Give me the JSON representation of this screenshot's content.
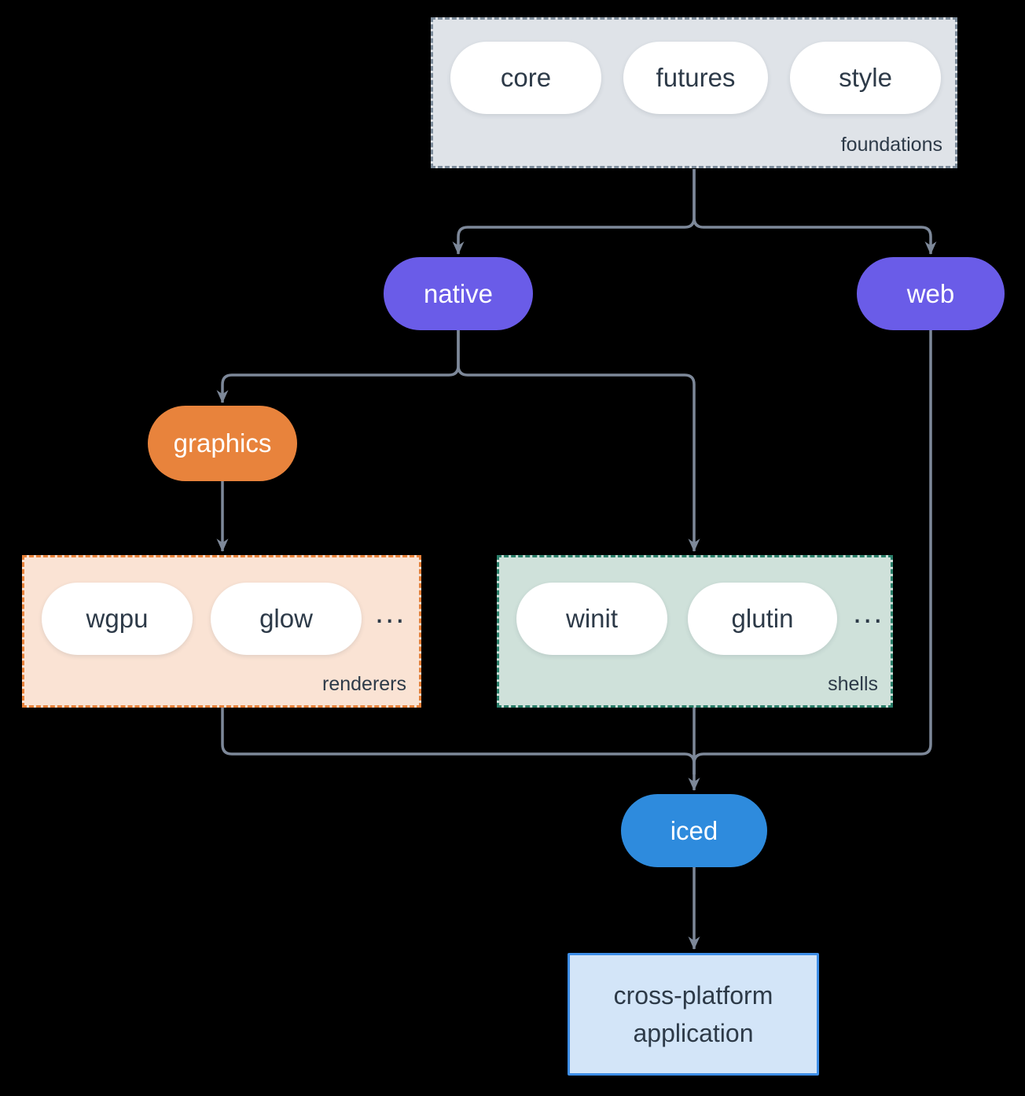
{
  "diagram": {
    "foundations": {
      "label": "foundations",
      "pills": [
        "core",
        "futures",
        "style"
      ]
    },
    "native": {
      "label": "native"
    },
    "web": {
      "label": "web"
    },
    "graphics": {
      "label": "graphics"
    },
    "renderers": {
      "label": "renderers",
      "pills": [
        "wgpu",
        "glow"
      ],
      "ellipsis": "..."
    },
    "shells": {
      "label": "shells",
      "pills": [
        "winit",
        "glutin"
      ],
      "ellipsis": "..."
    },
    "iced": {
      "label": "iced"
    },
    "application": {
      "line1": "cross-platform",
      "line2": "application"
    }
  },
  "colors": {
    "background": "#000000",
    "connector": "#7d8899",
    "dark_text": "#2d3a48",
    "pill_white": "#ffffff",
    "purple_node": "#6a5ce8",
    "orange_node": "#e8833c",
    "blue_node": "#2e8bdd",
    "foundations_fill": "#dfe3e8",
    "foundations_border": "#7d8c9b",
    "renderers_fill": "#fae3d4",
    "renderers_border": "#e8823a",
    "shells_fill": "#cfe1da",
    "shells_border": "#2a7f6a",
    "application_fill": "#d3e5f8",
    "application_border": "#3e8ee7"
  }
}
